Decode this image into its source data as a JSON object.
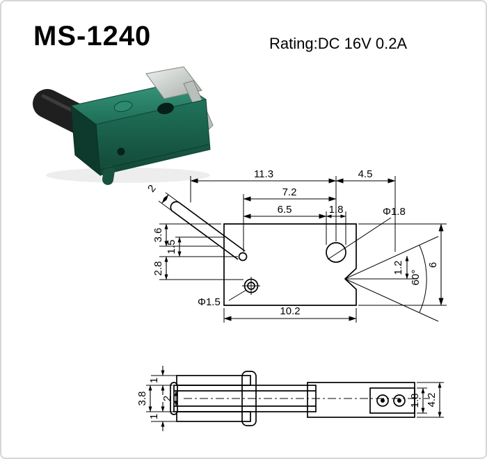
{
  "header": {
    "title": "MS-1240",
    "rating": "Rating:DC 16V 0.2A"
  },
  "colors": {
    "line": "#000000",
    "body_green": "#20735a",
    "body_green_light": "#37967c",
    "body_green_dark": "#0d3a2c",
    "plunger_black": "#1f1f1f",
    "terminal_metal": "#c9cec9",
    "border_grey": "#d6d6d6"
  },
  "top_view": {
    "dims": {
      "total_width": "11.3",
      "right_offset": "4.5",
      "pivot_to_hole": "7.2",
      "pivot_to_hole_edge": "6.5",
      "hole_span": "1.8",
      "hole_right_label": "Φ1.8",
      "lever_tip_width": "2",
      "left_upper": "3.6",
      "left_mid": "1.5",
      "left_lower": "2.8",
      "hole_left_label": "Φ1.5",
      "bottom_width": "10.2",
      "notch_half": "1.2",
      "notch_angle": "60°",
      "body_height": "6"
    }
  },
  "side_view": {
    "dims": {
      "flange_top": "1",
      "arm_height": "3.8",
      "plate_thickness": "2",
      "flange_bottom": "1",
      "terminal_height": "1.8",
      "body_height": "4.2"
    }
  }
}
